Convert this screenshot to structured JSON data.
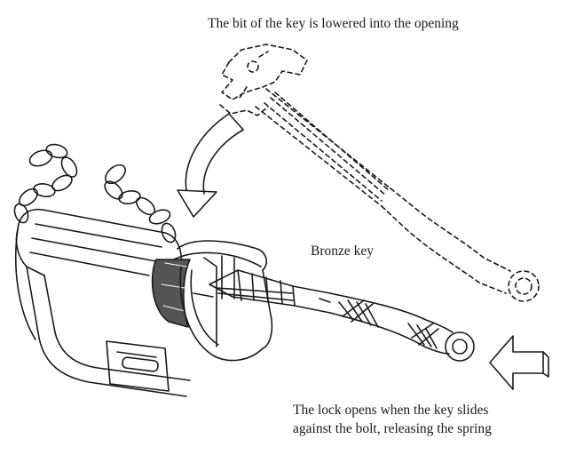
{
  "captions": {
    "bit_lowered": "The bit of the key is lowered into the opening",
    "bronze_key": "Bronze key",
    "lock_opens_line1": "The lock opens when the key slides",
    "lock_opens_line2": "against the bolt, releasing the spring"
  },
  "colors": {
    "ink": "#1a1a1a",
    "paper": "#ffffff",
    "shade": "#555555"
  }
}
